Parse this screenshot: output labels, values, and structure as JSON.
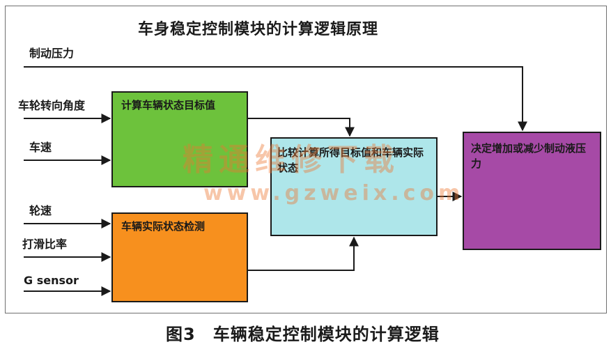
{
  "title": "车身稳定控制模块的计算逻辑原理",
  "inputs": {
    "brake_pressure": "制动压力",
    "steering_angle": "车轮转向角度",
    "vehicle_speed": "车速",
    "wheel_speed": "轮速",
    "slip_ratio": "打滑比率",
    "g_sensor": "G sensor"
  },
  "boxes": {
    "target": {
      "text": "计算车辆状态目标值",
      "color": "#6dc23c"
    },
    "actual": {
      "text": "车辆实际状态检测",
      "color": "#f7901e"
    },
    "compare": {
      "text": "比较计算所得目标值和车辆实际状态",
      "color": "#aee6ea"
    },
    "decide": {
      "text": "决定增加或减少制动液压力",
      "color": "#a64aa6"
    }
  },
  "watermark": {
    "text": "精通维修下载",
    "url": "www.gzweix.com"
  },
  "caption": "图3　车辆稳定控制模块的计算逻辑"
}
